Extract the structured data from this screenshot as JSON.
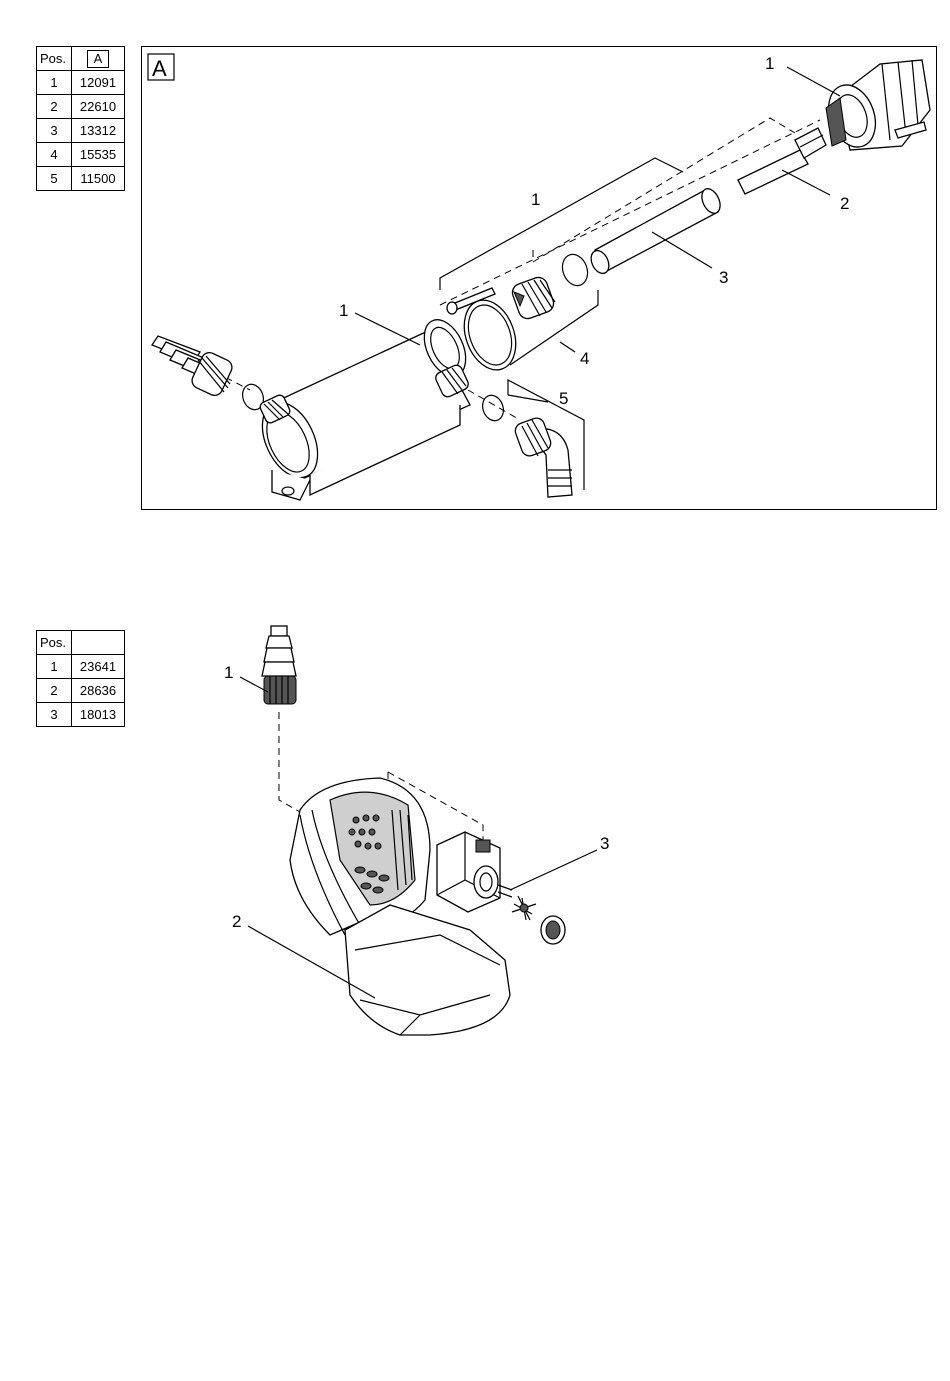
{
  "tableA": {
    "header_pos": "Pos.",
    "header_col": "A",
    "rows": [
      {
        "pos": "1",
        "num": "12091"
      },
      {
        "pos": "2",
        "num": "22610"
      },
      {
        "pos": "3",
        "num": "13312"
      },
      {
        "pos": "4",
        "num": "15535"
      },
      {
        "pos": "5",
        "num": "11500"
      }
    ]
  },
  "tableB": {
    "header_pos": "Pos.",
    "header_col": "",
    "rows": [
      {
        "pos": "1",
        "num": "23641"
      },
      {
        "pos": "2",
        "num": "28636"
      },
      {
        "pos": "3",
        "num": "18013"
      }
    ]
  },
  "diagramA": {
    "frame_label": "A",
    "callouts": [
      "1",
      "2",
      "1",
      "3",
      "1",
      "4",
      "5"
    ]
  },
  "diagramB": {
    "callouts": [
      "1",
      "3",
      "2"
    ]
  }
}
